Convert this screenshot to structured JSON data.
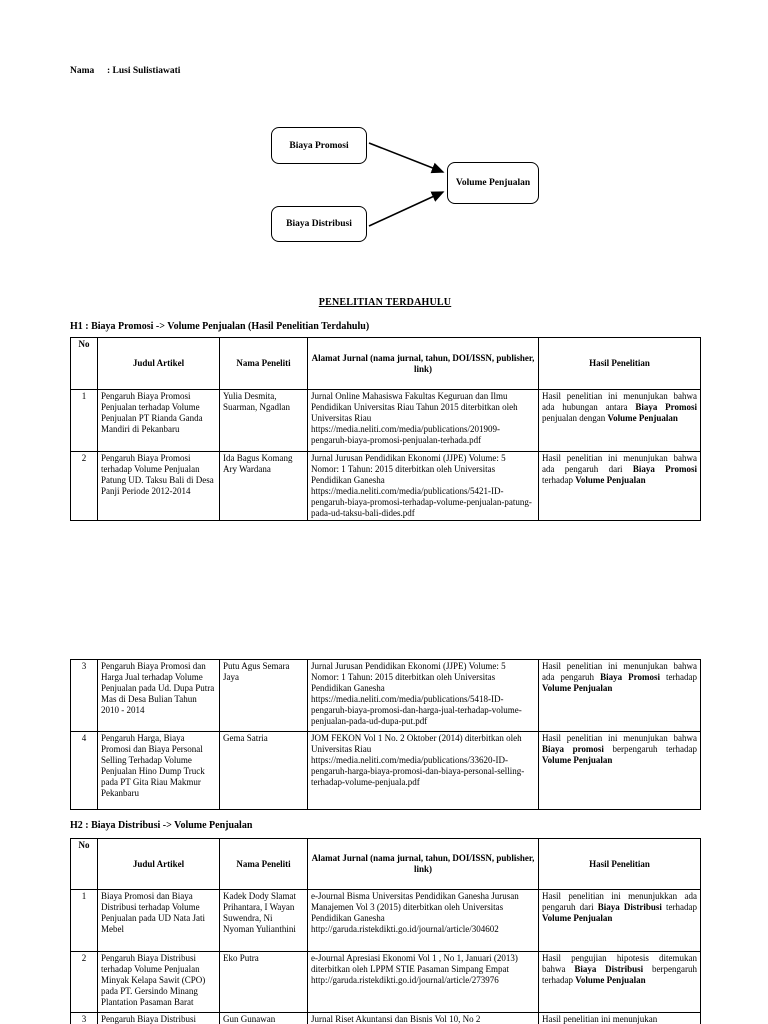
{
  "header": {
    "name_label": "Nama",
    "name_value": ": Lusi Sulistiawati"
  },
  "diagram": {
    "box_promosi": "Biaya Promosi",
    "box_distribusi": "Biaya Distribusi",
    "box_volume": "Volume Penjualan"
  },
  "section": {
    "title": "PENELITIAN TERDAHULU",
    "h1_heading": "H1 : Biaya Promosi -> Volume Penjualan (Hasil Penelitian Terdahulu)",
    "h2_heading": "H2 : Biaya Distribusi  -> Volume Penjualan"
  },
  "table_headers": {
    "no": "No",
    "judul": "Judul Artikel",
    "nama": "Nama Peneliti",
    "alamat": "Alamat Jurnal (nama jurnal, tahun, DOI/ISSN, publisher, link)",
    "hasil": "Hasil Penelitian"
  },
  "h1_rows": [
    {
      "no": "1",
      "judul": "Pengaruh Biaya Promosi Penjualan terhadap Volume Penjualan PT Rianda Ganda Mandiri di Pekanbaru",
      "nama": "Yulia Desmita, Suarman, Ngadlan",
      "alamat": "Jurnal Online Mahasiswa Fakultas Keguruan dan Ilmu Pendidikan Universitas Riau Tahun 2015 diterbitkan oleh Universitas Riau https://media.neliti.com/media/publications/201909-pengaruh-biaya-promosi-penjualan-terhada.pdf",
      "hasil": "Hasil penelitian ini menunjukan bahwa ada hubungan antara **Biaya Promosi** penjualan dengan **Volume Penjualan**"
    },
    {
      "no": "2",
      "judul": "Pengaruh Biaya Promosi terhadap Volume Penjualan Patung UD. Taksu Bali di Desa Panji Periode 2012-2014",
      "nama": "Ida Bagus Komang Ary Wardana",
      "alamat": "Jurnal Jurusan Pendidikan Ekonomi (JJPE) Volume: 5 Nomor: 1 Tahun: 2015 diterbitkan oleh Universitas Pendidikan Ganesha https://media.neliti.com/media/publications/5421-ID-pengaruh-biaya-promosi-terhadap-volume-penjualan-patung-pada-ud-taksu-bali-dides.pdf",
      "hasil": "Hasil penelitian ini menunjukan bahwa ada pengaruh dari **Biaya Promosi** terhadap **Volume Penjualan**"
    },
    {
      "no": "3",
      "judul": "Pengaruh Biaya Promosi dan Harga Jual terhadap Volume Penjualan pada Ud. Dupa Putra Mas di Desa Bulian Tahun 2010 - 2014",
      "nama": "Putu Agus Semara Jaya",
      "alamat": "Jurnal Jurusan Pendidikan Ekonomi (JJPE) Volume: 5 Nomor: 1 Tahun: 2015 diterbitkan oleh Universitas Pendidikan Ganesha https://media.neliti.com/media/publications/5418-ID-pengaruh-biaya-promosi-dan-harga-jual-terhadap-volume-penjualan-pada-ud-dupa-put.pdf",
      "hasil": "Hasil penelitian ini menunjukan bahwa ada pengaruh **Biaya Promosi** terhadap **Volume Penjualan**"
    },
    {
      "no": "4",
      "judul": "Pengaruh Harga, Biaya Promosi dan Biaya Personal Selling Terhadap Volume Penjualan Hino Dump Truck pada PT Gita Riau Makmur Pekanbaru",
      "nama": "Gema Satria",
      "alamat": "JOM FEKON Vol 1 No. 2 Oktober (2014) diterbitkan oleh Universitas Riau https://media.neliti.com/media/publications/33620-ID-pengaruh-harga-biaya-promosi-dan-biaya-personal-selling-terhadap-volume-penjuala.pdf",
      "hasil": "Hasil penelitian ini menunjukan bahwa **Biaya promosi** berpengaruh terhadap **Volume Penjualan**"
    }
  ],
  "h2_rows": [
    {
      "no": "1",
      "judul": "Biaya Promosi dan Biaya Distribusi terhadap Volume Penjualan pada UD Nata Jati Mebel",
      "nama": "Kadek Dody Slamat Prihantara, I Wayan Suwendra, Ni Nyoman Yulianthini",
      "alamat": "e-Journal Bisma Universitas Pendidikan Ganesha Jurusan Manajemen Vol 3 (2015) diterbitkan oleh Universitas Pendidikan Ganesha http://garuda.ristekdikti.go.id/journal/article/304602",
      "hasil": "Hasil penelitian ini menunjukkan ada pengaruh dari **Biaya Distribusi** terhadap **Volume Penjualan**"
    },
    {
      "no": "2",
      "judul": "Pengaruh Biaya Distribusi terhadap Volume Penjualan Minyak Kelapa Sawit (CPO) pada PT. Gersindo Minang Plantation Pasaman Barat",
      "nama": "Eko Putra",
      "alamat": "e-Journal Apresiasi Ekonomi Vol 1 , No 1, Januari (2013) diterbitkan oleh LPPM STIE Pasaman Simpang Empat http://garuda.ristekdikti.go.id/journal/article/273976",
      "hasil": "Hasil pengujian hipotesis ditemukan bahwa **Biaya Distribusi** berpengaruh terhadap **Volume Penjualan**"
    },
    {
      "no": "3",
      "judul": "Pengaruh Biaya Distribusi",
      "nama": "Gun Gunawan",
      "alamat": "Jurnal Riset Akuntansi dan Bisnis Vol 10, No 2",
      "hasil": "Hasil penelitian ini menunjukan"
    }
  ]
}
